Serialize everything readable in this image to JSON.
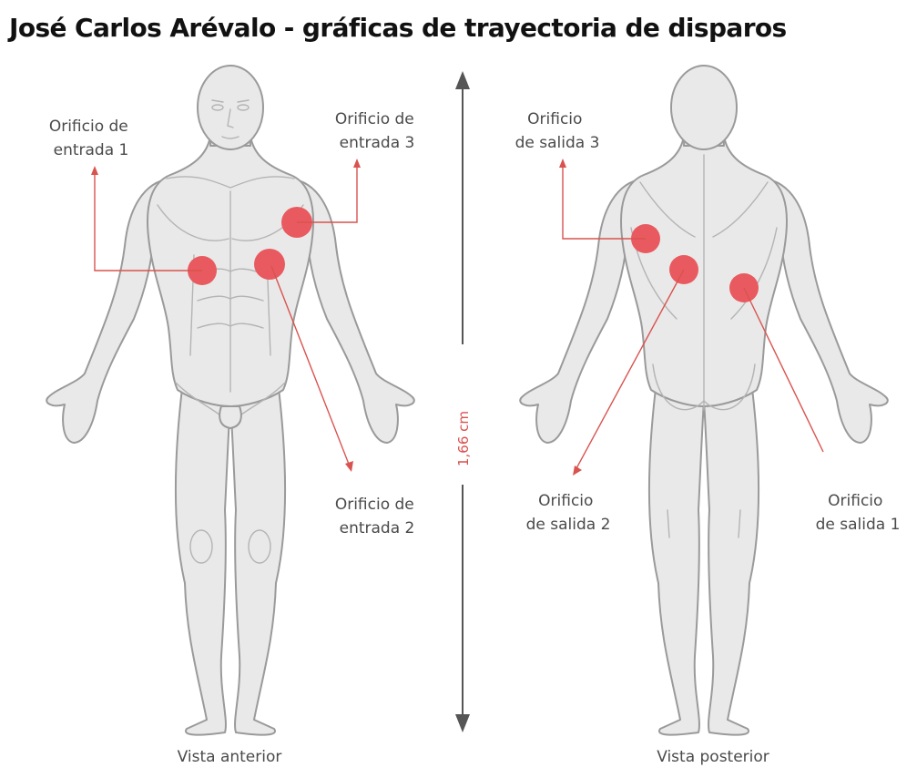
{
  "title": "José Carlos Arévalo - gráficas de trayectoria de disparos",
  "height_label": "1,66 cm",
  "views": {
    "anterior": "Vista anterior",
    "posterior": "Vista posterior"
  },
  "labels": {
    "entrada_1": [
      "Orificio de",
      "entrada 1"
    ],
    "entrada_2": [
      "Orificio de",
      "entrada 2"
    ],
    "entrada_3": [
      "Orificio de",
      "entrada 3"
    ],
    "salida_1": [
      "Orificio",
      "de salida 1"
    ],
    "salida_2": [
      "Orificio",
      "de salida 2"
    ],
    "salida_3": [
      "Orificio",
      "de salida 3"
    ]
  },
  "colors": {
    "wound": "#e85a5f",
    "leader": "#d9534f",
    "body_fill": "#e9e9e9",
    "body_outline": "#9a9a9a"
  }
}
